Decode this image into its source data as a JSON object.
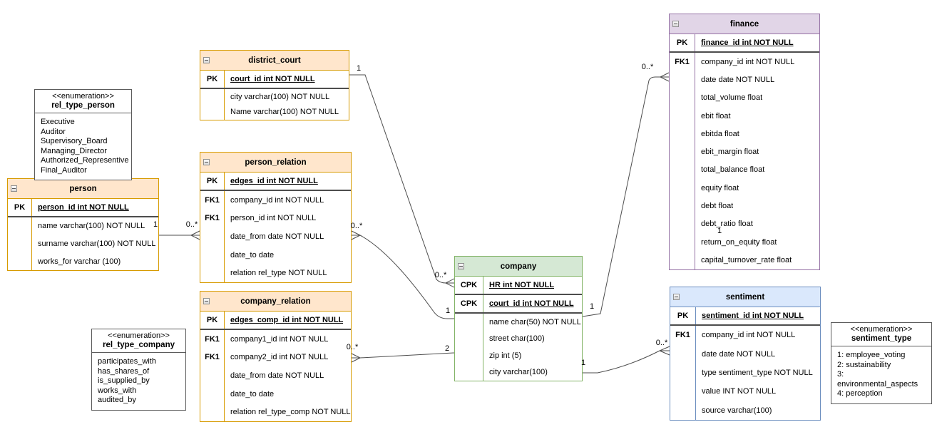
{
  "colors": {
    "orange_fill": "#ffe6cc",
    "orange_stroke": "#d79b00",
    "green_fill": "#d5e8d4",
    "green_stroke": "#82b366",
    "purple_fill": "#e1d5e7",
    "purple_stroke": "#9673a6",
    "blue_fill": "#dae8fc",
    "blue_stroke": "#6c8ebf",
    "edge_stroke": "#4d4d4d"
  },
  "tables": {
    "district_court": {
      "title": "district_court",
      "theme": "orange",
      "rows": [
        {
          "key": "PK",
          "text": "court_id int NOT NULL",
          "pk": true
        },
        {
          "key": "",
          "text": "city varchar(100) NOT NULL"
        },
        {
          "key": "",
          "text": "Name varchar(100) NOT NULL"
        }
      ]
    },
    "person": {
      "title": "person",
      "theme": "orange",
      "rows": [
        {
          "key": "PK",
          "text": "person_id int NOT NULL",
          "pk": true
        },
        {
          "key": "",
          "text": "name varchar(100)  NOT NULL"
        },
        {
          "key": "",
          "text": "surname varchar(100) NOT NULL"
        },
        {
          "key": "",
          "text": "works_for varchar (100)"
        }
      ]
    },
    "person_relation": {
      "title": "person_relation",
      "theme": "orange",
      "rows": [
        {
          "key": "PK",
          "text": "edges_id int NOT NULL",
          "pk": true
        },
        {
          "key": "FK1",
          "text": "company_id int NOT NULL"
        },
        {
          "key": "FK1",
          "text": "person_id int NOT NULL"
        },
        {
          "key": "",
          "text": "date_from date NOT NULL"
        },
        {
          "key": "",
          "text": "date_to date"
        },
        {
          "key": "",
          "text": "relation rel_type NOT NULL"
        }
      ]
    },
    "company_relation": {
      "title": "company_relation",
      "theme": "orange",
      "rows": [
        {
          "key": "PK",
          "text": "edges_comp_id int NOT NULL",
          "pk": true
        },
        {
          "key": "FK1",
          "text": "company1_id int NOT NULL"
        },
        {
          "key": "FK1",
          "text": "company2_id int NOT NULL"
        },
        {
          "key": "",
          "text": "date_from date NOT NULL"
        },
        {
          "key": "",
          "text": "date_to date"
        },
        {
          "key": "",
          "text": "relation rel_type_comp NOT NULL"
        }
      ]
    },
    "company": {
      "title": "company",
      "theme": "green",
      "rows": [
        {
          "key": "CPK",
          "text": "HR int NOT NULL",
          "pk": true
        },
        {
          "key": "CPK",
          "text": "court_id int NOT NULL",
          "pk": true
        },
        {
          "key": "",
          "text": "name char(50) NOT NULL"
        },
        {
          "key": "",
          "text": "street char(100)"
        },
        {
          "key": "",
          "text": "zip int (5)"
        },
        {
          "key": "",
          "text": "city varchar(100)"
        }
      ]
    },
    "finance": {
      "title": "finance",
      "theme": "purple",
      "rows": [
        {
          "key": "PK",
          "text": "finance_id int NOT NULL",
          "pk": true
        },
        {
          "key": "FK1",
          "text": "company_id int NOT NULL"
        },
        {
          "key": "",
          "text": "date date NOT NULL"
        },
        {
          "key": "",
          "text": "total_volume float"
        },
        {
          "key": "",
          "text": "ebit float"
        },
        {
          "key": "",
          "text": "ebitda float"
        },
        {
          "key": "",
          "text": "ebit_margin float"
        },
        {
          "key": "",
          "text": "total_balance float"
        },
        {
          "key": "",
          "text": "equity float"
        },
        {
          "key": "",
          "text": "debt float"
        },
        {
          "key": "",
          "text": "debt_ratio float"
        },
        {
          "key": "",
          "text": "return_on_equity float"
        },
        {
          "key": "",
          "text": "capital_turnover_rate float"
        }
      ]
    },
    "sentiment": {
      "title": "sentiment",
      "theme": "blue",
      "rows": [
        {
          "key": "PK",
          "text": "sentiment_id int NOT NULL",
          "pk": true
        },
        {
          "key": "FK1",
          "text": "company_id int NOT NULL"
        },
        {
          "key": "",
          "text": "date date NOT NULL"
        },
        {
          "key": "",
          "text": "type sentiment_type NOT NULL"
        },
        {
          "key": "",
          "text": "value INT NOT NULL"
        },
        {
          "key": "",
          "text": "source varchar(100)"
        }
      ]
    }
  },
  "enums": {
    "rel_type_person": {
      "stereotype": "<<enumeration>>",
      "name": "rel_type_person",
      "values": [
        "Executive",
        "Auditor",
        "Supervisory_Board",
        "Managing_Director",
        "Authorized_Representive",
        "Final_Auditor"
      ]
    },
    "rel_type_company": {
      "stereotype": "<<enumeration>>",
      "name": "rel_type_company",
      "values": [
        "participates_with",
        "has_shares_of",
        "is_supplied_by",
        "works_with",
        "audited_by"
      ]
    },
    "sentiment_type": {
      "stereotype": "<<enumeration>>",
      "name": "sentiment_type",
      "values": [
        "1: employee_voting",
        "2: sustainability",
        "3: environmental_aspects",
        "4: perception"
      ]
    }
  },
  "cardinality_labels": [
    {
      "id": "dc_right_1",
      "text": "1"
    },
    {
      "id": "company_hr_0n",
      "text": "0..*"
    },
    {
      "id": "person_right_1",
      "text": "1"
    },
    {
      "id": "person_relation_left_0n",
      "text": "0..*"
    },
    {
      "id": "person_relation_right_0n",
      "text": "0..*"
    },
    {
      "id": "company_name_1",
      "text": "1"
    },
    {
      "id": "company_relation_right_0n",
      "text": "0..*"
    },
    {
      "id": "company_left_2",
      "text": "2"
    },
    {
      "id": "company_finance_1",
      "text": "1"
    },
    {
      "id": "finance_left_0n",
      "text": "0..*"
    },
    {
      "id": "finance_inner_1",
      "text": "1"
    },
    {
      "id": "company_sentiment_1",
      "text": "1"
    },
    {
      "id": "sentiment_left_0n",
      "text": "0..*"
    }
  ]
}
